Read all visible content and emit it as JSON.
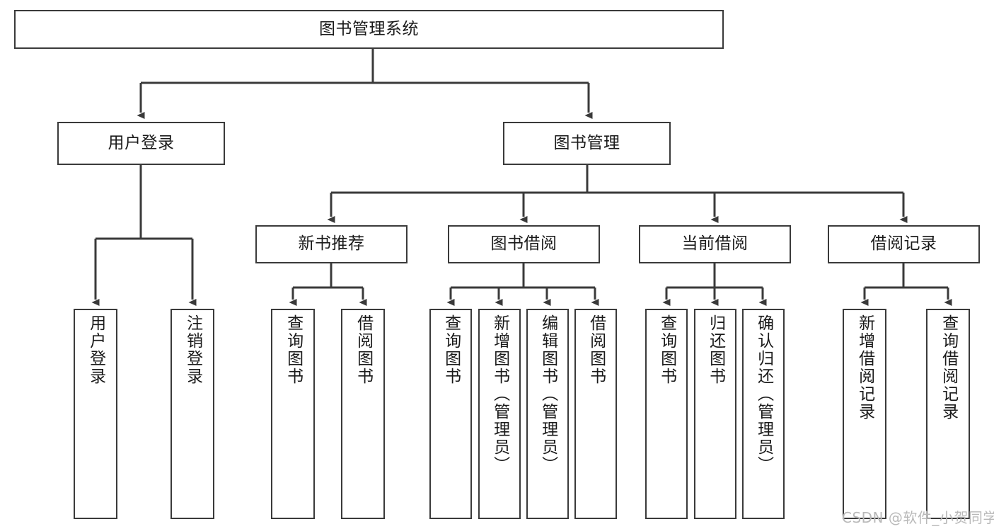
{
  "diagram": {
    "type": "tree-hierarchy-diagram",
    "title": "图书管理系统",
    "watermark": "CSDN @软件_小贺同学",
    "colors": {
      "box_border": "#3a3a3a",
      "box_fill": "#ffffff",
      "connector": "#3a3a3a",
      "text": "#1a1a1a",
      "watermark": "#b9b9b9",
      "background": "#ffffff"
    },
    "nodes": {
      "root": {
        "label": "图书管理系统"
      },
      "level2": [
        {
          "id": "user-login",
          "label": "用户登录"
        },
        {
          "id": "book-manage",
          "label": "图书管理"
        }
      ],
      "level3": [
        {
          "id": "new-book-recommend",
          "label": "新书推荐"
        },
        {
          "id": "book-borrow",
          "label": "图书借阅"
        },
        {
          "id": "current-borrow",
          "label": "当前借阅"
        },
        {
          "id": "borrow-record",
          "label": "借阅记录"
        }
      ],
      "leaves": {
        "user-login": [
          {
            "id": "leaf-user-login",
            "label": "用户登录"
          },
          {
            "id": "leaf-logout-login",
            "label": "注销登录"
          }
        ],
        "new-book-recommend": [
          {
            "id": "leaf-query-book-1",
            "label": "查询图书"
          },
          {
            "id": "leaf-borrow-book-1",
            "label": "借阅图书"
          }
        ],
        "book-borrow": [
          {
            "id": "leaf-query-book-2",
            "label": "查询图书"
          },
          {
            "id": "leaf-add-book",
            "label": "新增图书（管理员）"
          },
          {
            "id": "leaf-edit-book",
            "label": "编辑图书（管理员）"
          },
          {
            "id": "leaf-borrow-book-2",
            "label": "借阅图书"
          }
        ],
        "current-borrow": [
          {
            "id": "leaf-query-book-3",
            "label": "查询图书"
          },
          {
            "id": "leaf-return-book",
            "label": "归还图书"
          },
          {
            "id": "leaf-confirm-return",
            "label": "确认归还（管理员）"
          }
        ],
        "borrow-record": [
          {
            "id": "leaf-add-record",
            "label": "新增借阅记录"
          },
          {
            "id": "leaf-query-record",
            "label": "查询借阅记录"
          }
        ]
      }
    }
  }
}
